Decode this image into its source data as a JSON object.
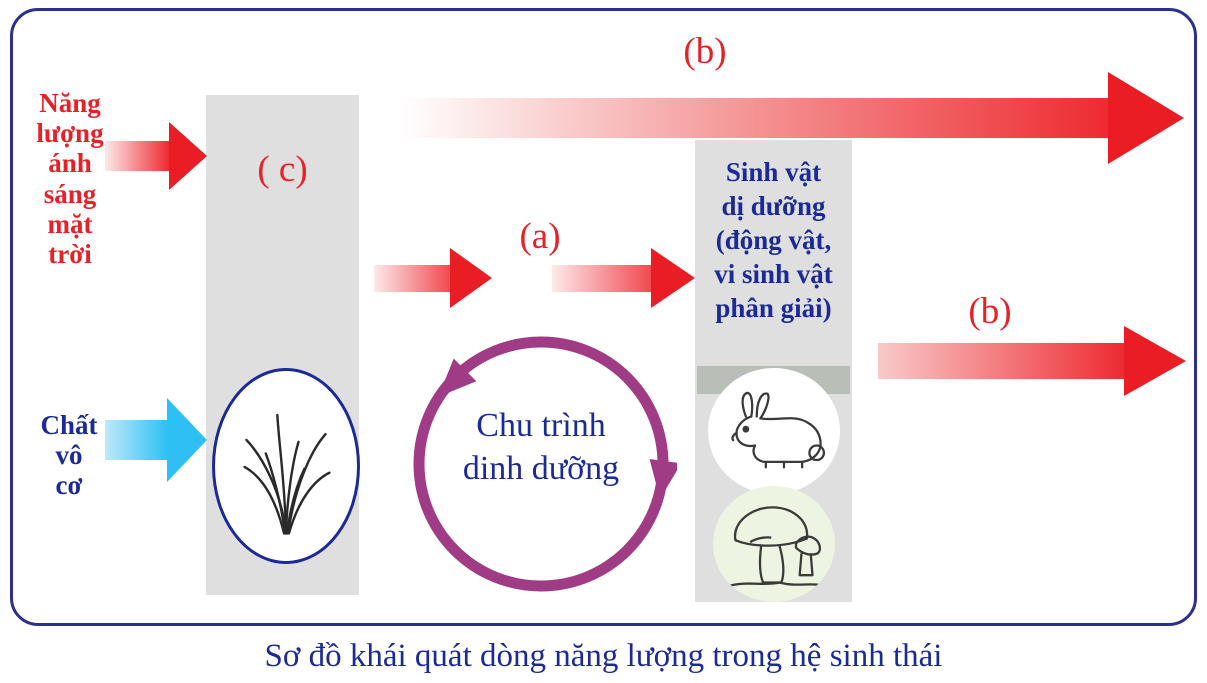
{
  "caption": "Sơ đồ khái quát dòng năng lượng trong hệ sinh thái",
  "labels": {
    "top_b": "(b)",
    "right_b": "(b)",
    "mid_a": "(a)",
    "producer_c": "( c)"
  },
  "solar_energy": {
    "lines": [
      "Năng",
      "lượng",
      "ánh",
      "sáng",
      "mặt",
      "trời"
    ]
  },
  "inorganic_matter": {
    "lines": [
      "Chất",
      "vô",
      "cơ"
    ]
  },
  "nutrient_cycle": {
    "lines": [
      "Chu trình",
      "dinh dưỡng"
    ]
  },
  "heterotrophs": {
    "lines": [
      "Sinh vật",
      "dị dưỡng",
      "(động vật,",
      "vi sinh vật",
      "phân giải)"
    ]
  },
  "icons": {
    "producer": "grass-icon",
    "animal": "rabbit-icon",
    "decomposer": "mushroom-icon"
  },
  "colors": {
    "red": "#e82127",
    "frame-navy": "#2b2f90",
    "text-navy": "#1b2a97",
    "cyan": "#2ec0f4",
    "purple": "#a03c85",
    "column-gray": "#dfdfdf"
  }
}
